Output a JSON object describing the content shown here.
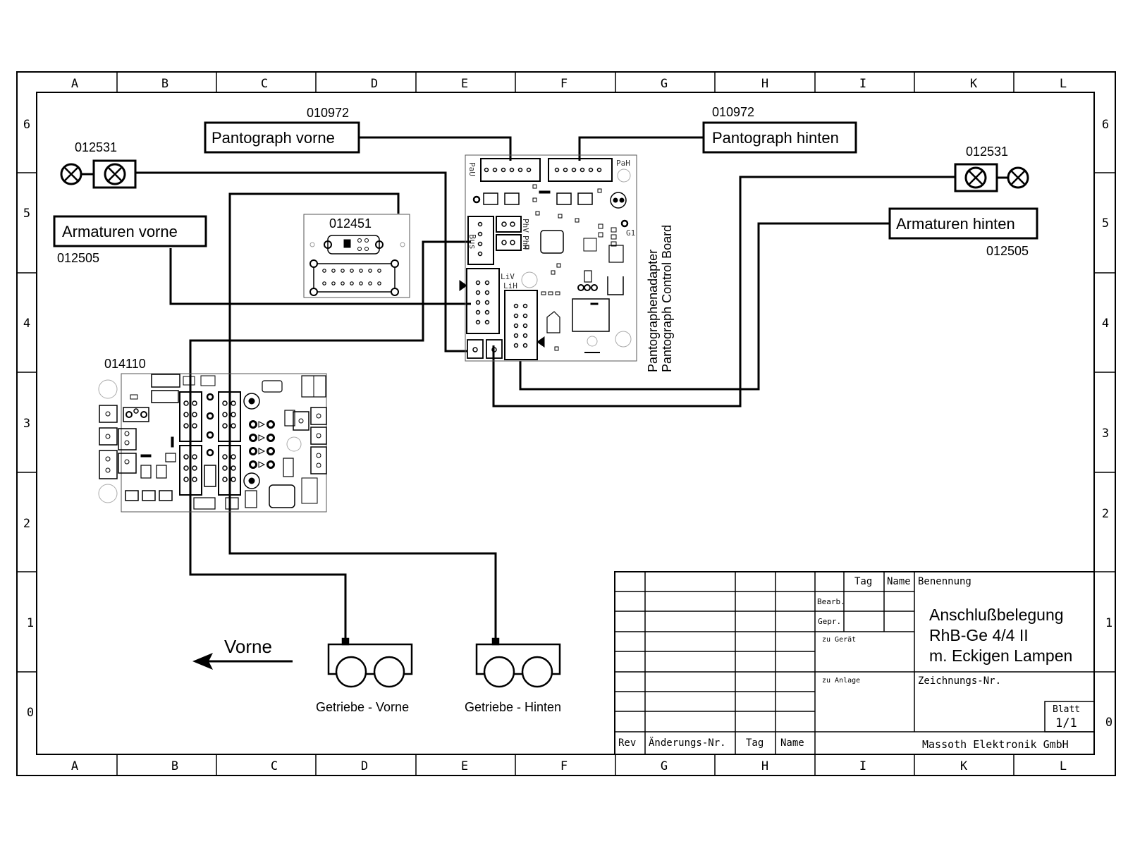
{
  "frame": {
    "col_letters_top": [
      "A",
      "B",
      "C",
      "D",
      "E",
      "F",
      "G",
      "H",
      "I",
      "K",
      "L"
    ],
    "col_letters_bottom": [
      "A",
      "B",
      "C",
      "D",
      "E",
      "F",
      "G",
      "H",
      "I",
      "K",
      "L"
    ],
    "row_numbers_left": [
      "6",
      "5",
      "4",
      "3",
      "2",
      "1",
      "0"
    ],
    "row_numbers_right": [
      "6",
      "5",
      "4",
      "3",
      "2",
      "1",
      "0"
    ]
  },
  "labels": {
    "panto_front_part": "010972",
    "panto_front": "Pantograph vorne",
    "panto_rear_part": "010972",
    "panto_rear": "Pantograph hinten",
    "lamp_left_part": "012531",
    "lamp_right_part": "012531",
    "arm_front": "Armaturen vorne",
    "arm_front_part": "012505",
    "arm_rear": "Armaturen hinten",
    "arm_rear_part": "012505",
    "adapter_part": "012451",
    "decoder_part": "014110",
    "board_title_de": "Pantographenadapter",
    "board_title_en": "Pantograph Control Board",
    "board_pau": "PaU",
    "board_pah": "PaH",
    "board_bus": "Bus",
    "board_liv": "LiV",
    "board_lih": "LiH",
    "board_phv": "PhV",
    "board_phh": "PhH",
    "board_g1": "G1",
    "direction": "Vorne",
    "gear_front": "Getriebe - Vorne",
    "gear_rear": "Getriebe - Hinten"
  },
  "title_block": {
    "tag": "Tag",
    "name": "Name",
    "benennung": "Benennung",
    "bearb": "Bearb.",
    "gepr": "Gepr.",
    "zu_geraet": "zu Gerät",
    "zu_anlage": "zu Anlage",
    "title_line1": "Anschlußbelegung",
    "title_line2": "RhB-Ge 4/4 II",
    "title_line3": "m. Eckigen Lampen",
    "zeichnungs_nr": "Zeichnungs-Nr.",
    "blatt": "Blatt",
    "blatt_value": "1/1",
    "rev": "Rev",
    "aenderungs_nr": "Änderungs-Nr.",
    "tag2": "Tag",
    "name2": "Name",
    "company": "Massoth Elektronik GmbH"
  }
}
